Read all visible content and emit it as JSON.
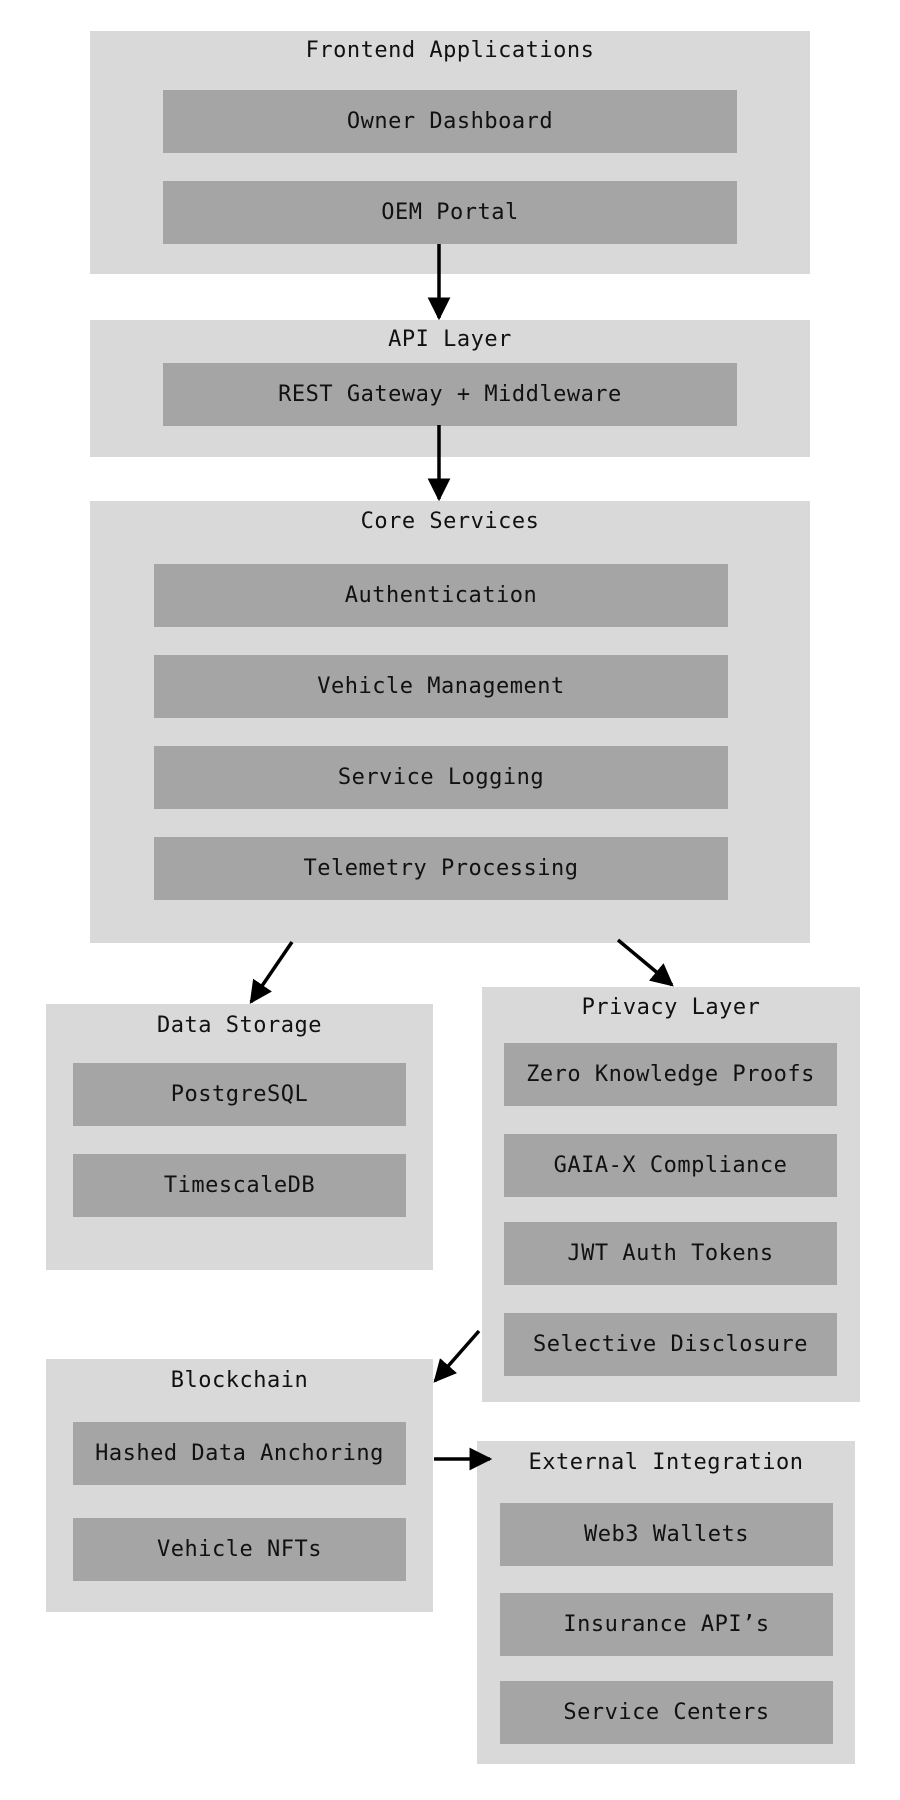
{
  "frontend": {
    "title": "Frontend Applications",
    "items": [
      "Owner Dashboard",
      "OEM Portal"
    ]
  },
  "api": {
    "title": "API Layer",
    "items": [
      "REST Gateway + Middleware"
    ]
  },
  "core": {
    "title": "Core Services",
    "items": [
      "Authentication",
      "Vehicle Management",
      "Service Logging",
      "Telemetry Processing"
    ]
  },
  "storage": {
    "title": "Data Storage",
    "items": [
      "PostgreSQL",
      "TimescaleDB"
    ]
  },
  "privacy": {
    "title": "Privacy Layer",
    "items": [
      "Zero Knowledge Proofs",
      "GAIA-X Compliance",
      "JWT Auth Tokens",
      "Selective Disclosure"
    ]
  },
  "blockchain": {
    "title": "Blockchain",
    "items": [
      "Hashed Data Anchoring",
      "Vehicle NFTs"
    ]
  },
  "external": {
    "title": "External Integration",
    "items": [
      "Web3 Wallets",
      "Insurance API’s",
      "Service Centers"
    ]
  },
  "colors": {
    "group_bg": "#d9d9d9",
    "box_bg": "#a5a5a5",
    "arrow": "#000000"
  }
}
